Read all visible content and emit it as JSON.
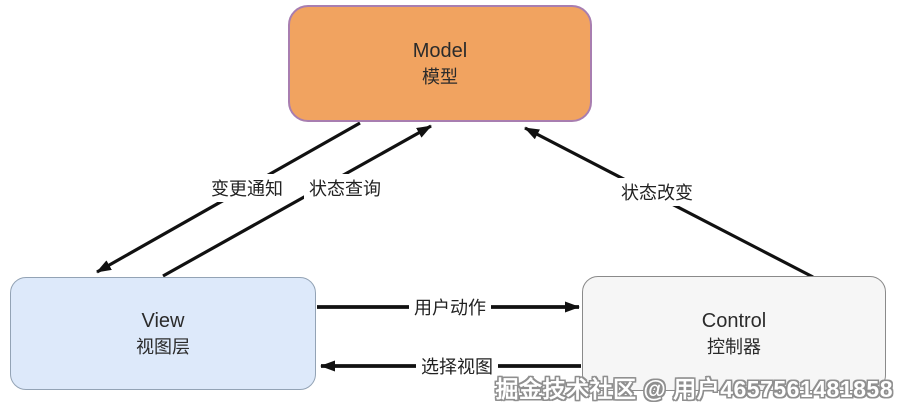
{
  "diagram": {
    "title_hint": "MVC pattern diagram",
    "nodes": {
      "model": {
        "title": "Model",
        "subtitle": "模型",
        "fill": "#F1A360",
        "stroke": "#A87EB0"
      },
      "view": {
        "title": "View",
        "subtitle": "视图层",
        "fill": "#DDE9FA",
        "stroke": "#93A3B5"
      },
      "control": {
        "title": "Control",
        "subtitle": "控制器",
        "fill": "#F6F6F6",
        "stroke": "#8A8A8A"
      }
    },
    "edges": {
      "change_notify": {
        "label": "变更通知",
        "from": "Model",
        "to": "View"
      },
      "state_query": {
        "label": "状态查询",
        "from": "View",
        "to": "Model"
      },
      "state_change": {
        "label": "状态改变",
        "from": "Control",
        "to": "Model"
      },
      "user_action": {
        "label": "用户动作",
        "from": "View",
        "to": "Control"
      },
      "select_view": {
        "label": "选择视图",
        "from": "Control",
        "to": "View"
      }
    },
    "arrow_color": "#111111"
  },
  "watermark": {
    "text": "掘金技术社区 @ 用户4657561481858"
  }
}
